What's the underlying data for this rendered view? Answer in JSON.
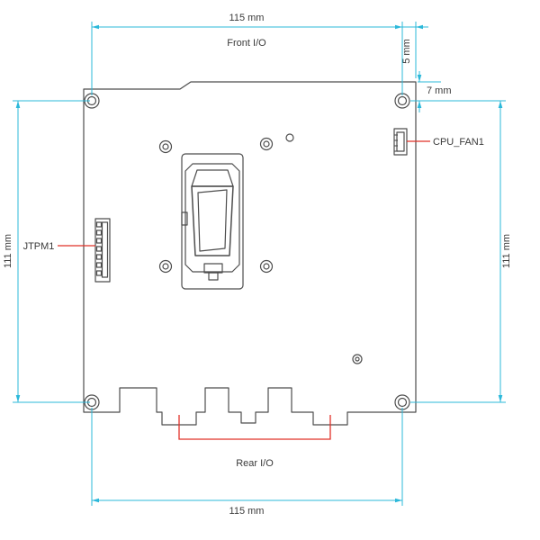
{
  "diagram": {
    "dimensions": {
      "top_width": "115 mm",
      "bottom_width": "115 mm",
      "left_height": "111 mm",
      "right_height": "111 mm",
      "right_edge_offset": "5 mm",
      "top_edge_offset": "7 mm"
    },
    "labels": {
      "front_io": "Front I/O",
      "rear_io": "Rear I/O"
    },
    "components": {
      "jtpm1": "JTPM1",
      "cpu_fan1": "CPU_FAN1"
    },
    "colors": {
      "dimension": "#2bb8da",
      "leader": "#e13128",
      "outline": "#4d4d4d",
      "text": "#3a3a3a",
      "background": "#ffffff"
    }
  }
}
